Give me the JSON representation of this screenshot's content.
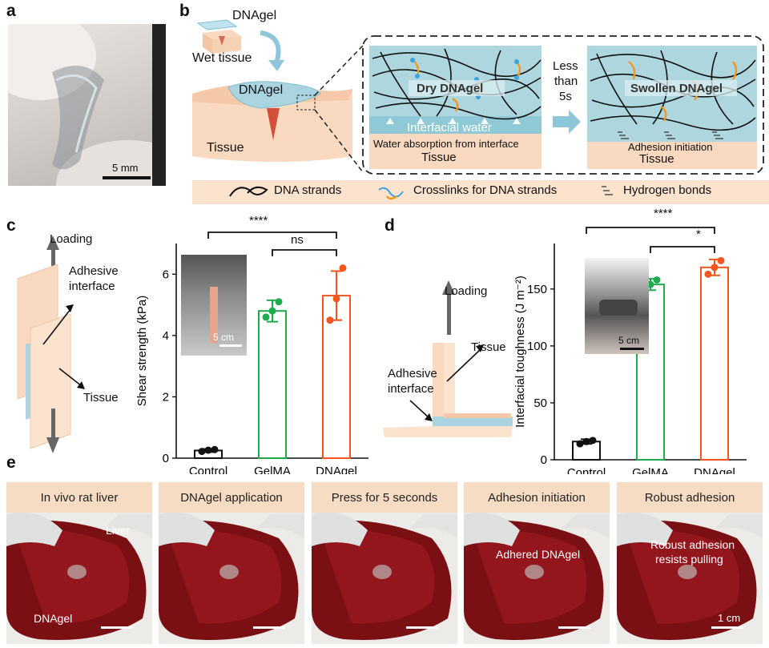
{
  "panels": {
    "a": "a",
    "b": "b",
    "c": "c",
    "d": "d",
    "e": "e"
  },
  "panel_a": {
    "scale": "5 mm"
  },
  "panel_b": {
    "dnagel_top": "DNAgel",
    "wet_tissue": "Wet tissue",
    "dnagel_mid": "DNAgel",
    "tissue": "Tissue",
    "dry_label": "Dry DNAgel",
    "interfacial_water": "Interfacial water",
    "water_absorption": "Water absorption from interface",
    "tissue_left": "Tissue",
    "less_than_1": "Less",
    "less_than_2": "than",
    "less_than_3": "5s",
    "swollen_label": "Swollen DNAgel",
    "adhesion_init": "Adhesion initiation",
    "tissue_right": "Tissue",
    "legend": {
      "dna": "DNA strands",
      "crosslinks": "Crosslinks for DNA strands",
      "hbonds": "Hydrogen bonds"
    }
  },
  "panel_c": {
    "loading": "Loading",
    "adhesive_1": "Adhesive",
    "adhesive_2": "interface",
    "tissue": "Tissue",
    "inset_scale": "5 cm",
    "sig_top": "****",
    "sig_ns": "ns"
  },
  "panel_d": {
    "loading": "Loading",
    "tissue": "Tissue",
    "adhesive_1": "Adhesive",
    "adhesive_2": "interface",
    "inset_scale": "5 cm",
    "sig_top": "****",
    "sig_star": "*"
  },
  "chart_data": [
    {
      "type": "bar",
      "categories": [
        "Control",
        "GelMA",
        "DNAgel"
      ],
      "values": [
        0.25,
        4.8,
        5.3
      ],
      "errors": [
        0.05,
        0.35,
        0.8
      ],
      "points": [
        [
          0.22,
          0.26,
          0.28
        ],
        [
          4.6,
          4.8,
          5.1
        ],
        [
          4.5,
          5.2,
          6.2
        ]
      ],
      "colors": [
        "#111111",
        "#1faa4b",
        "#f2561d"
      ],
      "ylabel": "Shear strength (kPa)",
      "ylim": [
        0,
        7
      ],
      "yticks": [
        0,
        2,
        4,
        6
      ]
    },
    {
      "type": "bar",
      "categories": [
        "Control",
        "GelMA",
        "DNAgel"
      ],
      "values": [
        16,
        154,
        169
      ],
      "errors": [
        2,
        5,
        7
      ],
      "points": [
        [
          14,
          16,
          17
        ],
        [
          151,
          154,
          158
        ],
        [
          163,
          169,
          175
        ]
      ],
      "colors": [
        "#111111",
        "#1faa4b",
        "#f2561d"
      ],
      "ylabel": "Interfacial toughness (J m⁻²)",
      "ylim": [
        0,
        190
      ],
      "yticks": [
        0,
        50,
        100,
        150
      ]
    }
  ],
  "panel_e": {
    "captions": [
      "In vivo rat liver",
      "DNAgel application",
      "Press for 5 seconds",
      "Adhesion initiation",
      "Robust adhesion"
    ],
    "liver": "Liver",
    "dnagel": "DNAgel",
    "adhered": "Adhered DNAgel",
    "robust_1": "Robust adhesion",
    "robust_2": "resists pulling",
    "scale": "1 cm"
  },
  "colors": {
    "tissue": "#f9d9bf",
    "gel": "#a9d4e0",
    "gel_dark": "#7dbfd0",
    "green": "#1faa4b",
    "orange": "#f2561d"
  }
}
